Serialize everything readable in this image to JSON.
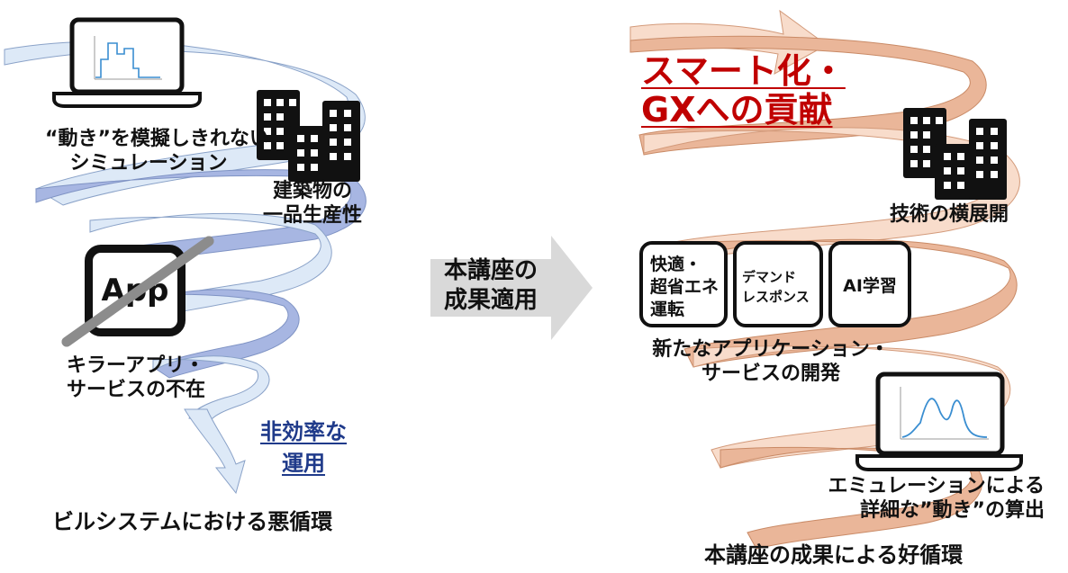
{
  "left": {
    "simulation_label": [
      "“動き”を模擬しきれない",
      "シミュレーション"
    ],
    "building_label": [
      "建築物の",
      "一品生産性"
    ],
    "app_icon_text": "App",
    "killer_app_label": [
      "キラーアプリ・",
      "サービスの不在"
    ],
    "inefficient_label": [
      "非効率な",
      "運用"
    ],
    "caption": "ビルシステムにおける悪循環"
  },
  "middle": {
    "arrow_label": [
      "本講座の",
      "成果適用"
    ]
  },
  "right": {
    "goal_title": [
      "スマート化・",
      "GXへの貢献"
    ],
    "tech_label": "技術の横展開",
    "app_boxes": [
      [
        "快適・",
        "超省エネ",
        "運転"
      ],
      [
        "デマンド",
        "レスポンス"
      ],
      [
        "AI学習"
      ]
    ],
    "new_app_label": [
      "新たなアプリケーション・",
      "サービスの開発"
    ],
    "emulation_label": [
      "エミュレーションによる",
      "詳細な”動き”の算出"
    ],
    "caption": "本講座の成果による好循環"
  },
  "colors": {
    "left_spiral_light": "#dde9f7",
    "left_spiral_dark": "#a7b6e2",
    "right_spiral_light": "#f8dccb",
    "right_spiral_dark": "#eab699",
    "middle_arrow": "#d9d9d9",
    "red_title": "#c00000",
    "blue_label": "#1f3a8a"
  }
}
